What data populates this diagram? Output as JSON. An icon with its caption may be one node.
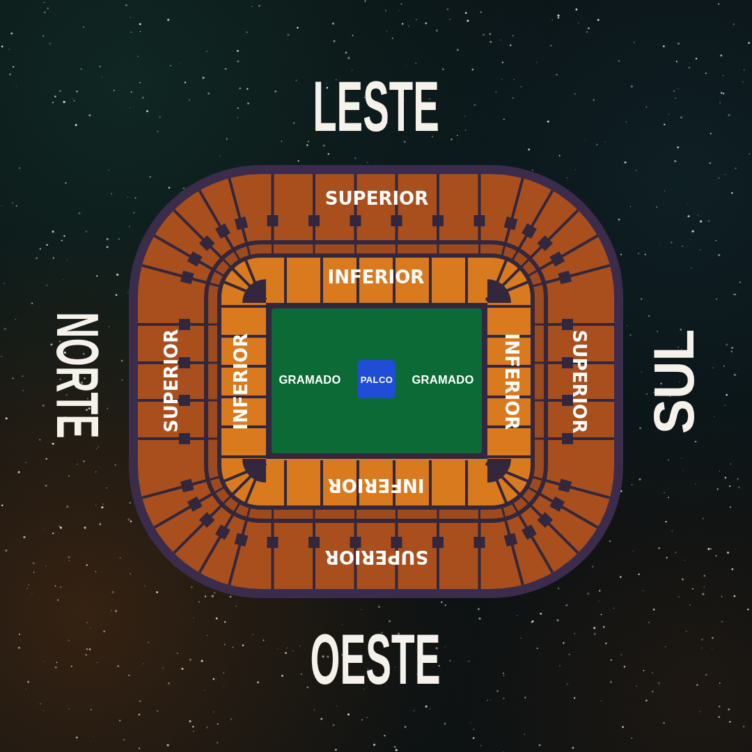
{
  "diagram": {
    "nodes": [
      {
        "text": [
          "SUPERIOR",
          "SUPERIOR",
          "SUPERIOR",
          "SUPERIOR"
        ]
      },
      {
        "text": [
          "INFERIOR",
          "INFERIOR",
          "INFERIOR",
          "INFERIOR"
        ],
        "in": 0
      },
      {
        "text": [
          "GRAMADO",
          "GRAMADO"
        ],
        "in": 1
      },
      {
        "text": [
          "PALCO"
        ],
        "in": 2
      }
    ],
    "labels": [
      "LESTE",
      "NORTE",
      "SUL",
      "OESTE"
    ]
  }
}
